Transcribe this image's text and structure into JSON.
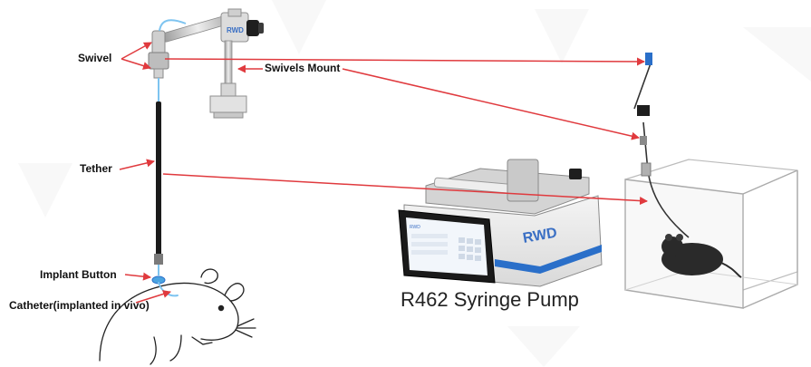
{
  "labels": {
    "swivel": "Swivel",
    "swivels_mount": "Swivels Mount",
    "tether": "Tether",
    "implant_button": "Implant Button",
    "catheter": "Catheter(implanted in vivo)",
    "pump_title": "R462 Syringe Pump"
  },
  "pump": {
    "brand": "RWD",
    "screen_brand": "RWD"
  },
  "colors": {
    "arrow": "#e03a3e",
    "metal": "#c8c8c8",
    "dark": "#1e1e1e",
    "blue_stripe": "#2a6fc9",
    "tube_blue": "#7ec4f0"
  }
}
